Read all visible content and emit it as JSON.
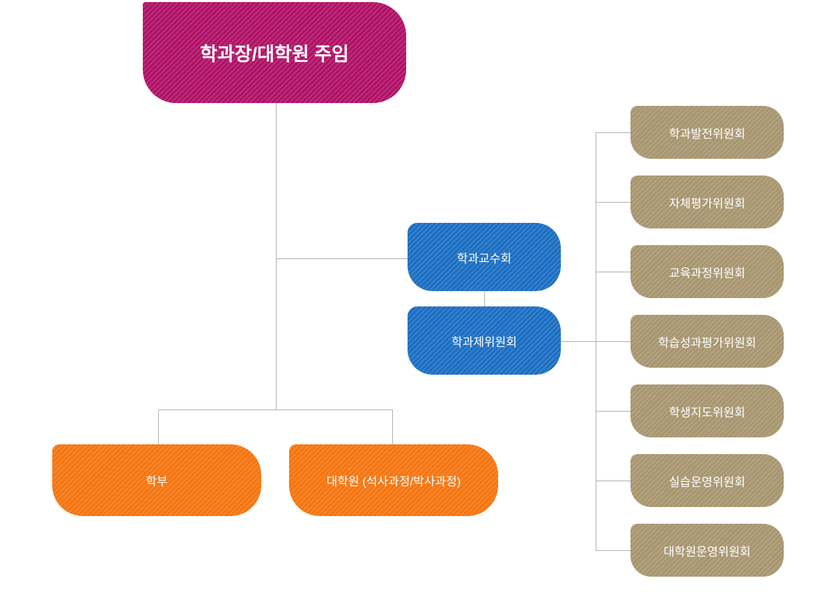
{
  "org_chart": {
    "root": {
      "label": "학과장/대학원 주임",
      "color": "#b01065"
    },
    "council": {
      "label": "학과교수회",
      "color": "#1a6ec2"
    },
    "hub": {
      "label": "학과제위원회",
      "color": "#1a6ec2"
    },
    "programs": [
      {
        "label": "학부",
        "color": "#f5740f"
      },
      {
        "label": "대학원 (석사과정/박사과정)",
        "color": "#f5740f"
      }
    ],
    "committees": [
      {
        "label": "학과발전위원회"
      },
      {
        "label": "자체평가위원회"
      },
      {
        "label": "교육과정위원회"
      },
      {
        "label": "학습성과평가위원회"
      },
      {
        "label": "학생지도위원회"
      },
      {
        "label": "실습운영위원회"
      },
      {
        "label": "대학원운영위원회"
      }
    ],
    "committee_color": "#a7956f",
    "line_color": "#b0b0b0",
    "text_color": "#ffffff"
  }
}
